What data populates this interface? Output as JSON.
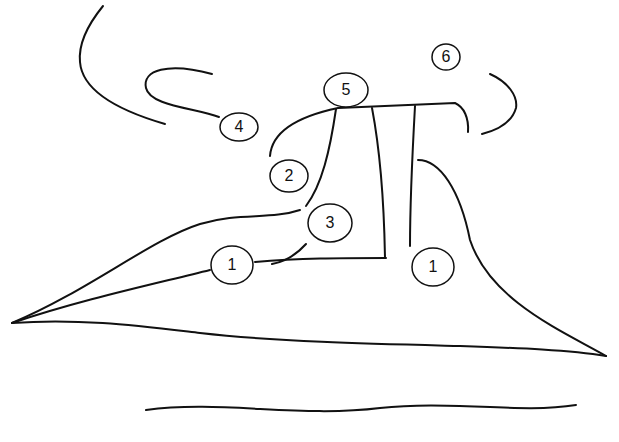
{
  "diagram": {
    "nodes": [
      {
        "text": [
          "6"
        ]
      },
      {
        "text": [
          "5"
        ]
      },
      {
        "text": [
          "4"
        ]
      },
      {
        "text": [
          "2"
        ]
      },
      {
        "text": [
          "3"
        ]
      },
      {
        "text": [
          "1"
        ]
      },
      {
        "text": [
          "1"
        ]
      }
    ]
  }
}
